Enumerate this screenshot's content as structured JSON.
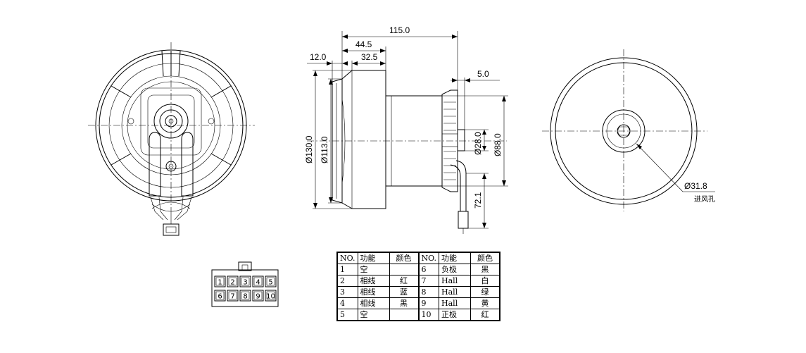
{
  "dimensions": {
    "total_length": "115.0",
    "length_44": "44.5",
    "length_32": "32.5",
    "length_12": "12.0",
    "length_5": "5.0",
    "dia_130": "Ø130.0",
    "dia_113": "Ø113.0",
    "dia_28": "Ø28.0",
    "dia_88": "Ø88.0",
    "len_72": "72.1",
    "dia_31": "Ø31.8",
    "inlet_label": "进风孔"
  },
  "connector": {
    "pins_top": [
      "1",
      "2",
      "3",
      "4",
      "5"
    ],
    "pins_bottom": [
      "6",
      "7",
      "8",
      "9",
      "10"
    ]
  },
  "pin_table": {
    "headers": [
      "NO.",
      "功能",
      "颜色",
      "NO.",
      "功能",
      "颜色"
    ],
    "rows": [
      [
        "1",
        "空",
        "",
        "6",
        "负极",
        "黑"
      ],
      [
        "2",
        "相线",
        "红",
        "7",
        "Hall",
        "白"
      ],
      [
        "3",
        "相线",
        "蓝",
        "8",
        "Hall",
        "绿"
      ],
      [
        "4",
        "相线",
        "黑",
        "9",
        "Hall",
        "黄"
      ],
      [
        "5",
        "空",
        "",
        "10",
        "正极",
        "红"
      ]
    ]
  }
}
